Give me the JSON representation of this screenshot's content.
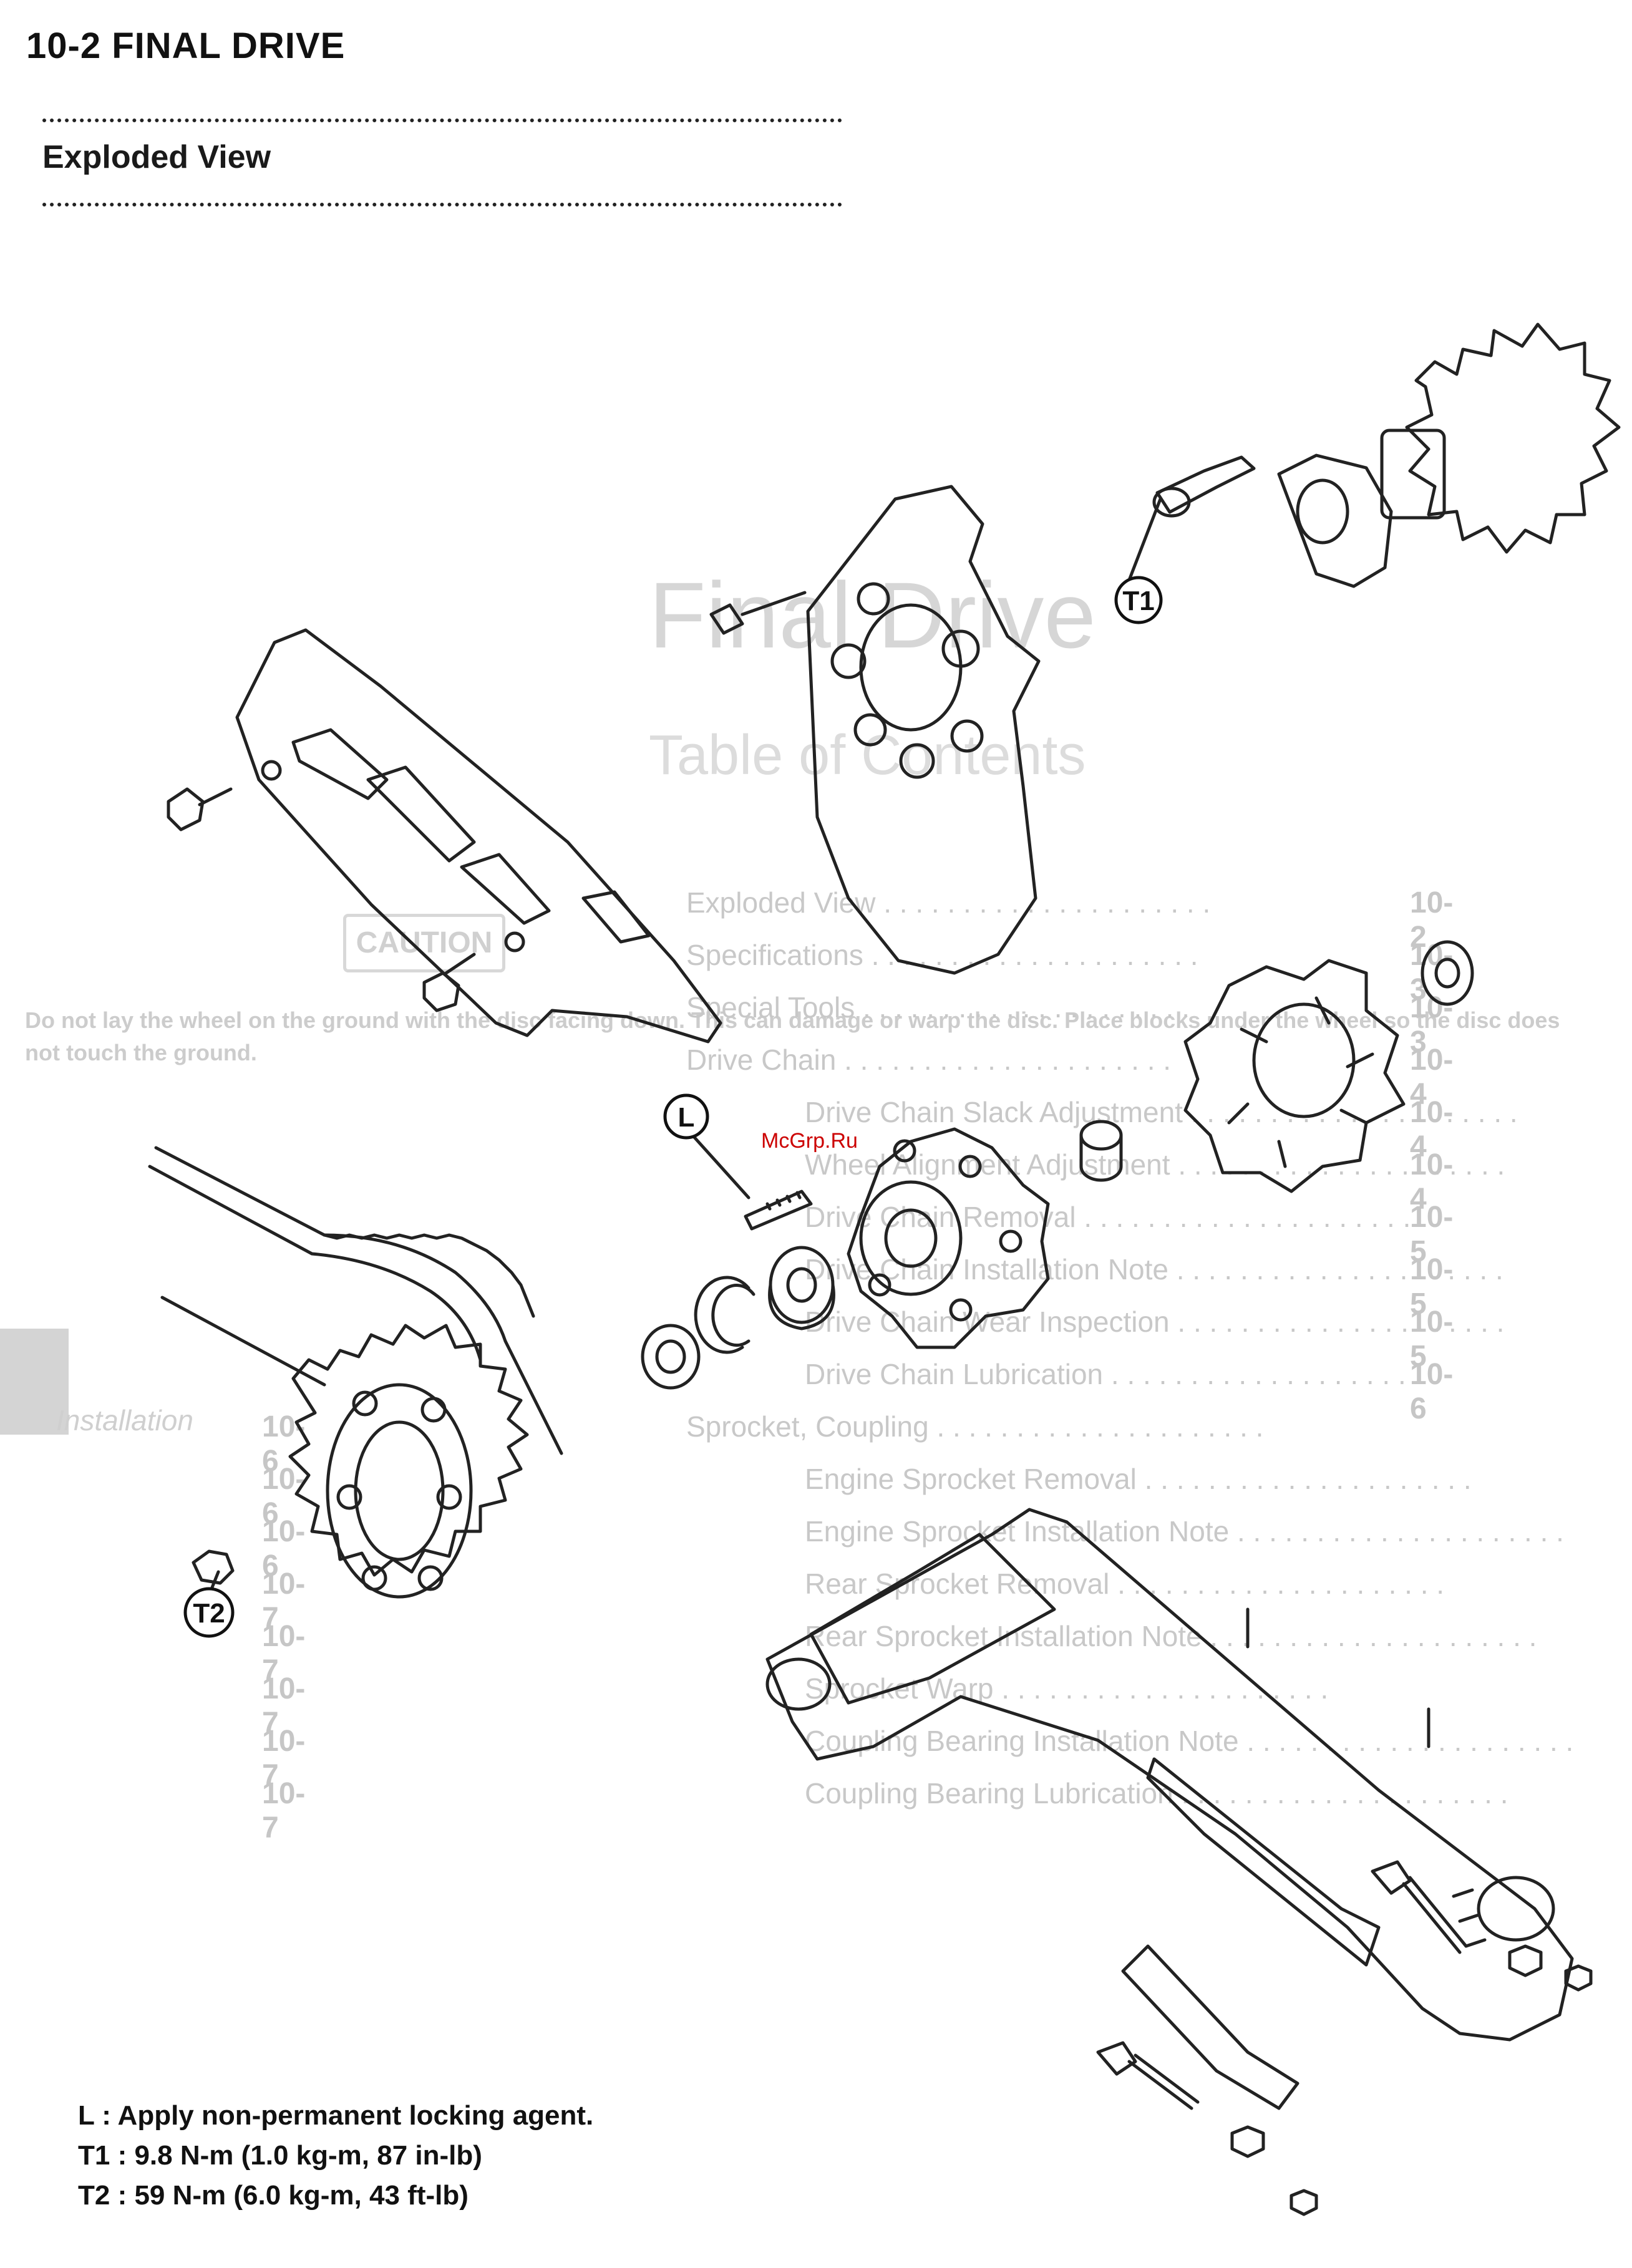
{
  "header": {
    "title": "10-2 FINAL DRIVE",
    "section": "Exploded View"
  },
  "background_ghost": {
    "title": "Final Drive",
    "subtitle": "Table of Contents",
    "caution": "CAUTION",
    "note": "Do not lay the wheel on the ground with the disc facing down. This can damage or warp the disc. Place blocks under the wheel so the disc does not touch the ground.",
    "installation": "Installation",
    "toc": [
      {
        "label": "Exploded View",
        "page": "10-2"
      },
      {
        "label": "Specifications",
        "page": "10-3"
      },
      {
        "label": "Special Tools",
        "page": "10-3"
      },
      {
        "label": "Drive Chain",
        "page": "10-4"
      },
      {
        "label": "Drive Chain Slack Adjustment",
        "page": "10-4"
      },
      {
        "label": "Wheel Alignment Adjustment",
        "page": "10-4"
      },
      {
        "label": "Drive Chain Removal",
        "page": "10-5"
      },
      {
        "label": "Drive Chain Installation Note",
        "page": "10-5"
      },
      {
        "label": "Drive Chain Wear Inspection",
        "page": "10-5"
      },
      {
        "label": "Drive Chain Lubrication",
        "page": "10-6"
      },
      {
        "label": "Sprocket, Coupling",
        "page": "10-6"
      },
      {
        "label": "Engine Sprocket Removal",
        "page": "10-6"
      },
      {
        "label": "Engine Sprocket Installation Note",
        "page": "10-6"
      },
      {
        "label": "Rear Sprocket Removal",
        "page": "10-7"
      },
      {
        "label": "Rear Sprocket Installation Note",
        "page": "10-7"
      },
      {
        "label": "Sprocket Warp",
        "page": "10-7"
      },
      {
        "label": "Coupling Bearing Installation Note",
        "page": "10-7"
      },
      {
        "label": "Coupling Bearing Lubrication",
        "page": "10-7"
      }
    ]
  },
  "watermark": "McGrp.Ru",
  "callouts": {
    "t1": "T1",
    "t2": "T2",
    "l": "L"
  },
  "legend": {
    "l": "L  : Apply non-permanent locking agent.",
    "t1": "T1 : 9.8 N-m (1.0 kg-m, 87 in-lb)",
    "t2": "T2 : 59 N-m (6.0 kg-m, 43 ft-lb)"
  },
  "colors": {
    "ink": "#111111",
    "ghost": "#cccccc",
    "watermark": "#cc0000"
  }
}
